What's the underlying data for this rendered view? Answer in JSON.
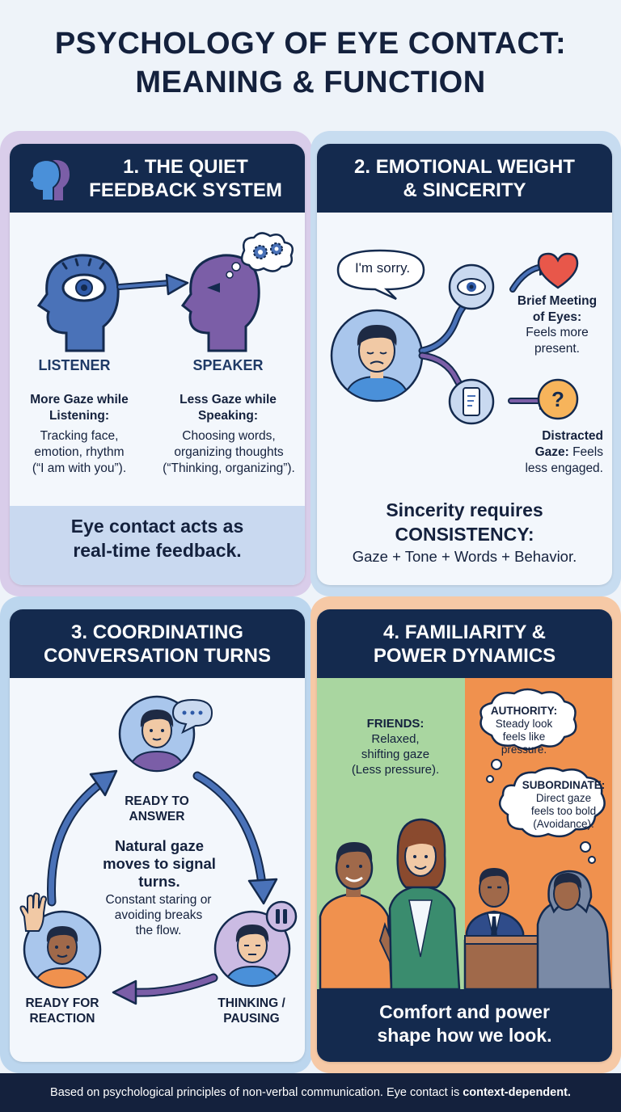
{
  "title": {
    "line1": "PSYCHOLOGY OF EYE CONTACT:",
    "line2": "MEANING & FUNCTION"
  },
  "panel1": {
    "heading_line1": "1. THE QUIET",
    "heading_line2": "FEEDBACK SYSTEM",
    "listener_label": "LISTENER",
    "speaker_label": "SPEAKER",
    "listener_title_line1": "More Gaze while",
    "listener_title_line2": "Listening:",
    "listener_text_line1": "Tracking face,",
    "listener_text_line2": "emotion, rhythm",
    "listener_text_line3": "(“I am with you”).",
    "speaker_title_line1": "Less Gaze while",
    "speaker_title_line2": "Speaking:",
    "speaker_text_line1": "Choosing words,",
    "speaker_text_line2": "organizing thoughts",
    "speaker_text_line3": "(“Thinking, organizing”).",
    "summary_line1": "Eye contact acts as",
    "summary_line2": "real-time feedback.",
    "icons": [
      "two-heads-icon",
      "listener-head-eye-icon",
      "speaker-head-thought-gears-icon",
      "arrow-right-icon"
    ]
  },
  "panel2": {
    "heading_line1": "2. EMOTIONAL WEIGHT",
    "heading_line2": "& SINCERITY",
    "speech": "I'm sorry.",
    "brief_title_line1": "Brief Meeting",
    "brief_title_line2": "of Eyes:",
    "brief_text_line1": "Feels more",
    "brief_text_line2": "present.",
    "distracted_title": "Distracted",
    "distracted_rest_bold": "Gaze:",
    "distracted_rest": " Feels",
    "distracted_text_line2": "less engaged.",
    "summary_line1": "Sincerity requires",
    "summary_line2": "CONSISTENCY:",
    "summary_line3": "Gaze + Tone + Words + Behavior.",
    "icons": [
      "sad-person-icon",
      "eye-icon",
      "phone-icon",
      "heart-icon",
      "question-icon"
    ]
  },
  "panel3": {
    "heading_line1": "3. COORDINATING",
    "heading_line2": "CONVERSATION TURNS",
    "ready_answer_line1": "READY TO",
    "ready_answer_line2": "ANSWER",
    "center_bold_line1": "Natural gaze",
    "center_bold_line2": "moves to signal",
    "center_bold_line3": "turns.",
    "center_text_line1": "Constant staring or",
    "center_text_line2": "avoiding breaks",
    "center_text_line3": "the flow.",
    "ready_reaction_line1": "READY FOR",
    "ready_reaction_line2": "REACTION",
    "thinking_line1": "THINKING /",
    "thinking_line2": "PAUSING",
    "icons": [
      "speech-dots-icon",
      "raised-hand-icon",
      "pause-icon",
      "cycle-arrow-icon"
    ]
  },
  "panel4": {
    "heading_line1": "4. FAMILIARITY &",
    "heading_line2": "POWER DYNAMICS",
    "friends_title": "FRIENDS:",
    "friends_line1": "Relaxed,",
    "friends_line2": "shifting gaze",
    "friends_line3": "(Less pressure).",
    "authority_title": "AUTHORITY:",
    "authority_line1": "Steady look",
    "authority_line2": "feels like",
    "authority_line3": "pressure.",
    "subordinate_title": "SUBORDINATE:",
    "subordinate_line1": "Direct gaze",
    "subordinate_line2": "feels too bold",
    "subordinate_line3": "(Avoidance).",
    "summary_line1": "Comfort and power",
    "summary_line2": "shape how we look.",
    "icons": [
      "friends-illustration-icon",
      "boss-desk-illustration-icon"
    ]
  },
  "footer": {
    "text": "Based on psychological principles of non-verbal communication. Eye contact is",
    "bold": "context-dependent."
  },
  "colors": {
    "navy": "#142a4e",
    "blue": "#4a72b8",
    "purple": "#7b5ea7",
    "orange": "#f0914e",
    "green": "#a9d6a0",
    "heart": "#e8574a"
  }
}
